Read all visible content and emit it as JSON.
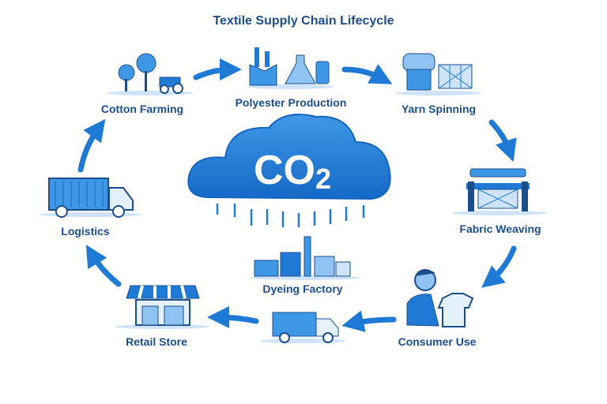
{
  "title": "Textile Supply Chain Lifecycle",
  "center": {
    "label_main": "CO",
    "label_sub": "2"
  },
  "stages": [
    {
      "label": "Cotton Farming",
      "icon": "cotton-farm-icon"
    },
    {
      "label": "Polyester Production",
      "icon": "chemical-factory-icon"
    },
    {
      "label": "Yarn Spinning",
      "icon": "spinning-machine-icon"
    },
    {
      "label": "Fabric Weaving",
      "icon": "loom-icon"
    },
    {
      "label": "Consumer Use",
      "icon": "person-tshirt-icon"
    },
    {
      "label": "Dyeing Factory",
      "icon": "factory-icon"
    },
    {
      "label": "Retail Store",
      "icon": "storefront-icon"
    },
    {
      "label": "Logistics",
      "icon": "truck-icon"
    }
  ],
  "colors": {
    "primary": "#1f7ad6",
    "dark": "#1d4e8c",
    "light": "#cfe4fa"
  }
}
